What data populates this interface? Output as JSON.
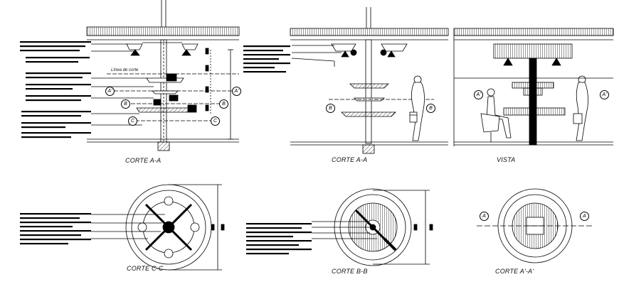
{
  "captions": {
    "corte_aa_left": "CORTE A-A",
    "corte_aa_mid": "CORTE A-A",
    "vista": "VISTA",
    "corte_cc": "CORTE C-C",
    "corte_bb": "CORTE B-B",
    "corte_a1a1": "CORTE A'-A'"
  },
  "annotations": {
    "linea_de_corte": "Línea de corte"
  },
  "markers": {
    "a_prime": "A'",
    "b": "B",
    "c": "C",
    "a": "A"
  },
  "colors": {
    "ink": "#000000",
    "paper": "#ffffff"
  }
}
